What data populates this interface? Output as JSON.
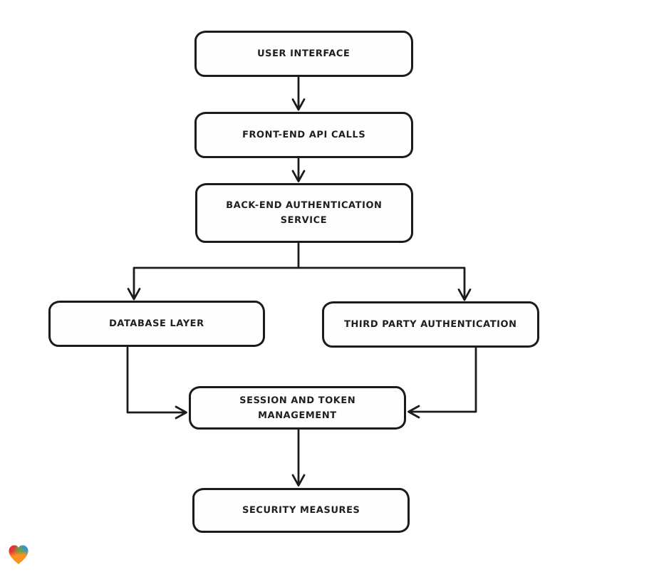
{
  "theme": {
    "background": "#ffffff",
    "stroke": "#1b1b1b",
    "node_fill": "#fefefe",
    "text": "#1f1f1f"
  },
  "diagram": {
    "nodes": {
      "user_interface": {
        "label": "USER INTERFACE"
      },
      "front_end_api_calls": {
        "label": "FRONT-END API CALLS"
      },
      "back_end_auth_service": {
        "label": "BACK-END AUTHENTICATION\nSERVICE"
      },
      "database_layer": {
        "label": "DATABASE LAYER"
      },
      "third_party_auth": {
        "label": "THIRD PARTY AUTHENTICATION"
      },
      "session_token_mgmt": {
        "label": "SESSION AND TOKEN\nMANAGEMENT"
      },
      "security_measures": {
        "label": "SECURITY MEASURES"
      }
    },
    "edges": [
      {
        "from": "user_interface",
        "to": "front_end_api_calls"
      },
      {
        "from": "front_end_api_calls",
        "to": "back_end_auth_service"
      },
      {
        "from": "back_end_auth_service",
        "to": "database_layer"
      },
      {
        "from": "back_end_auth_service",
        "to": "third_party_auth"
      },
      {
        "from": "database_layer",
        "to": "session_token_mgmt"
      },
      {
        "from": "third_party_auth",
        "to": "session_token_mgmt"
      },
      {
        "from": "session_token_mgmt",
        "to": "security_measures"
      }
    ]
  },
  "logo": {
    "icon": "gradient-heart-icon",
    "colors": {
      "red": "#e62e3a",
      "green": "#44a44c",
      "blue": "#2795dd",
      "orange": "#f6941e"
    }
  }
}
